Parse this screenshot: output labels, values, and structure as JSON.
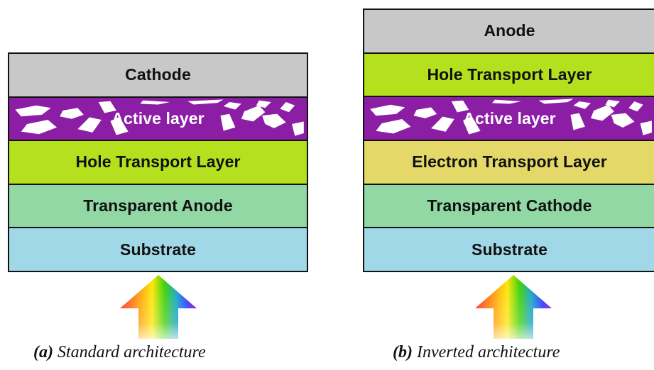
{
  "standard": {
    "layers": [
      {
        "label": "Cathode",
        "color": "#c8c8c8"
      },
      {
        "label": "Active layer",
        "color": "#8c1ea6"
      },
      {
        "label": "Hole Transport Layer",
        "color": "#b4e01e"
      },
      {
        "label": "Transparent Anode",
        "color": "#92d8a4"
      },
      {
        "label": "Substrate",
        "color": "#a0d8e8"
      }
    ],
    "caption": {
      "letter": "(a)",
      "text": " Standard architecture"
    }
  },
  "inverted": {
    "layers": [
      {
        "label": "Anode",
        "color": "#c8c8c8"
      },
      {
        "label": "Hole Transport Layer",
        "color": "#b4e01e"
      },
      {
        "label": "Active layer",
        "color": "#8c1ea6"
      },
      {
        "label": "Electron Transport Layer",
        "color": "#e4d868"
      },
      {
        "label": "Transparent Cathode",
        "color": "#92d8a4"
      },
      {
        "label": "Substrate",
        "color": "#a0d8e8"
      }
    ],
    "caption": {
      "letter": "(b)",
      "text": " Inverted architecture"
    }
  },
  "light_arrow": {
    "icon": "rainbow-light-arrow-icon",
    "gradient": [
      "#ff1a1a",
      "#ff8c00",
      "#ffe600",
      "#39d000",
      "#0aa0c8",
      "#2a2aff",
      "#8000c0"
    ]
  }
}
